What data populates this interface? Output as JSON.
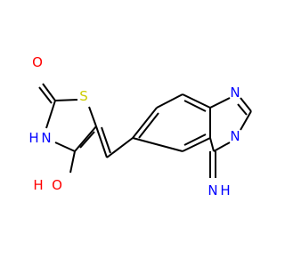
{
  "colors": {
    "bond": "#000000",
    "oxygen": "#FF0000",
    "nitrogen": "#0000FF",
    "sulfur": "#CCCC00",
    "background": "#FFFFFF"
  },
  "atoms": {
    "o_carbonyl": "O",
    "nh_ring": "H",
    "nh_ring_n": "N",
    "s_ring": "S",
    "ho_h": "H",
    "ho_o": "O",
    "n1_quinazoline": "N",
    "n3_quinazoline": "N",
    "imine_n": "N",
    "imine_h": "H"
  }
}
